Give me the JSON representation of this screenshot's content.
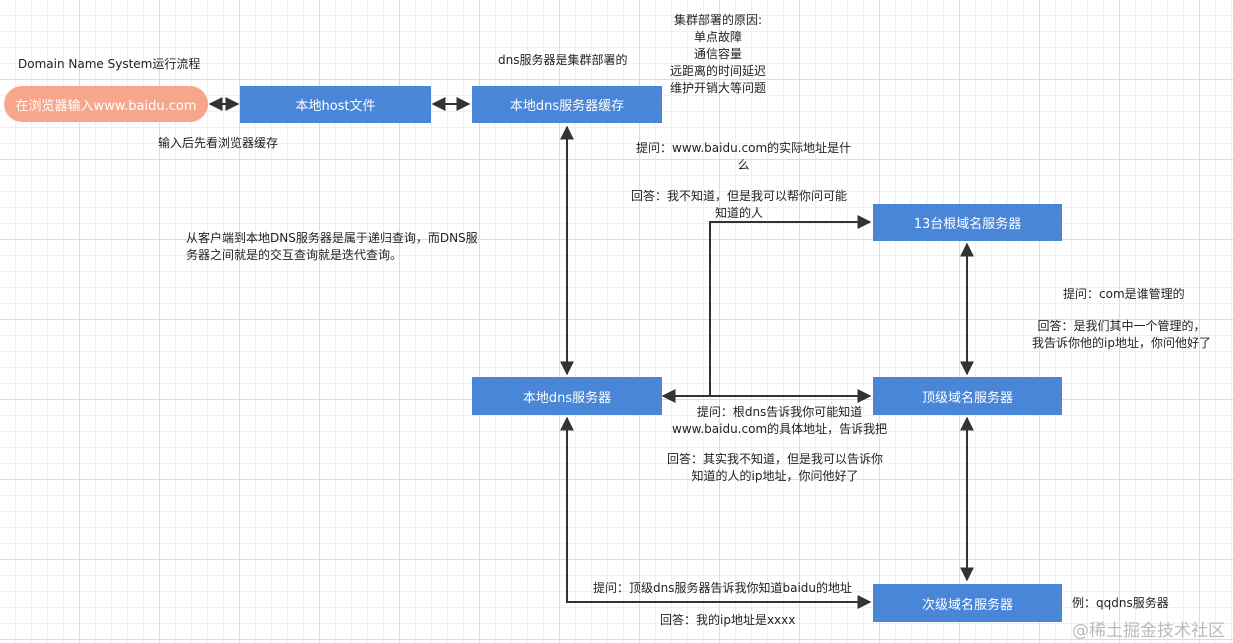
{
  "title": "Domain Name System运行流程",
  "nodes": {
    "browser": "在浏览器输入www.baidu.com",
    "host_file": "本地host文件",
    "dns_cache": "本地dns服务器缓存",
    "local_dns": "本地dns服务器",
    "root_dns": "13台根域名服务器",
    "tld_dns": "顶级域名服务器",
    "second_dns": "次级域名服务器"
  },
  "notes": {
    "browser_cache": "输入后先看浏览器缓存",
    "cluster": "dns服务器是集群部署的",
    "cluster_reasons": "集群部署的原因:\n单点故障\n通信容量\n远距离的时间延迟\n维护开销大等问题",
    "recursive_iterative": "从客户端到本地DNS服务器是属于递归查询，而DNS服\n务器之间就是的交互查询就是迭代查询。",
    "ask_root": "提问：www.baidu.com的实际地址是什\n么",
    "answer_root": "回答：我不知道，但是我可以帮你问可能\n知道的人",
    "ask_tld": "提问：com是谁管理的",
    "answer_tld": "回答：是我们其中一个管理的，\n我告诉你他的ip地址，你问他好了",
    "ask_tld_detail": "提问：根dns告诉我你可能知道\nwww.baidu.com的具体地址，告诉我把",
    "answer_tld_detail": "回答：其实我不知道，但是我可以告诉你\n知道的人的ip地址，你问他好了",
    "ask_second": "提问：顶级dns服务器告诉我你知道baidu的地址",
    "answer_second": "回答：我的ip地址是xxxx",
    "example": "例：qqdns服务器"
  },
  "watermark": "@稀土掘金技术社区",
  "colors": {
    "node_fill": "#4a86d8",
    "start_fill": "#f7a68c",
    "arrow": "#333333"
  }
}
